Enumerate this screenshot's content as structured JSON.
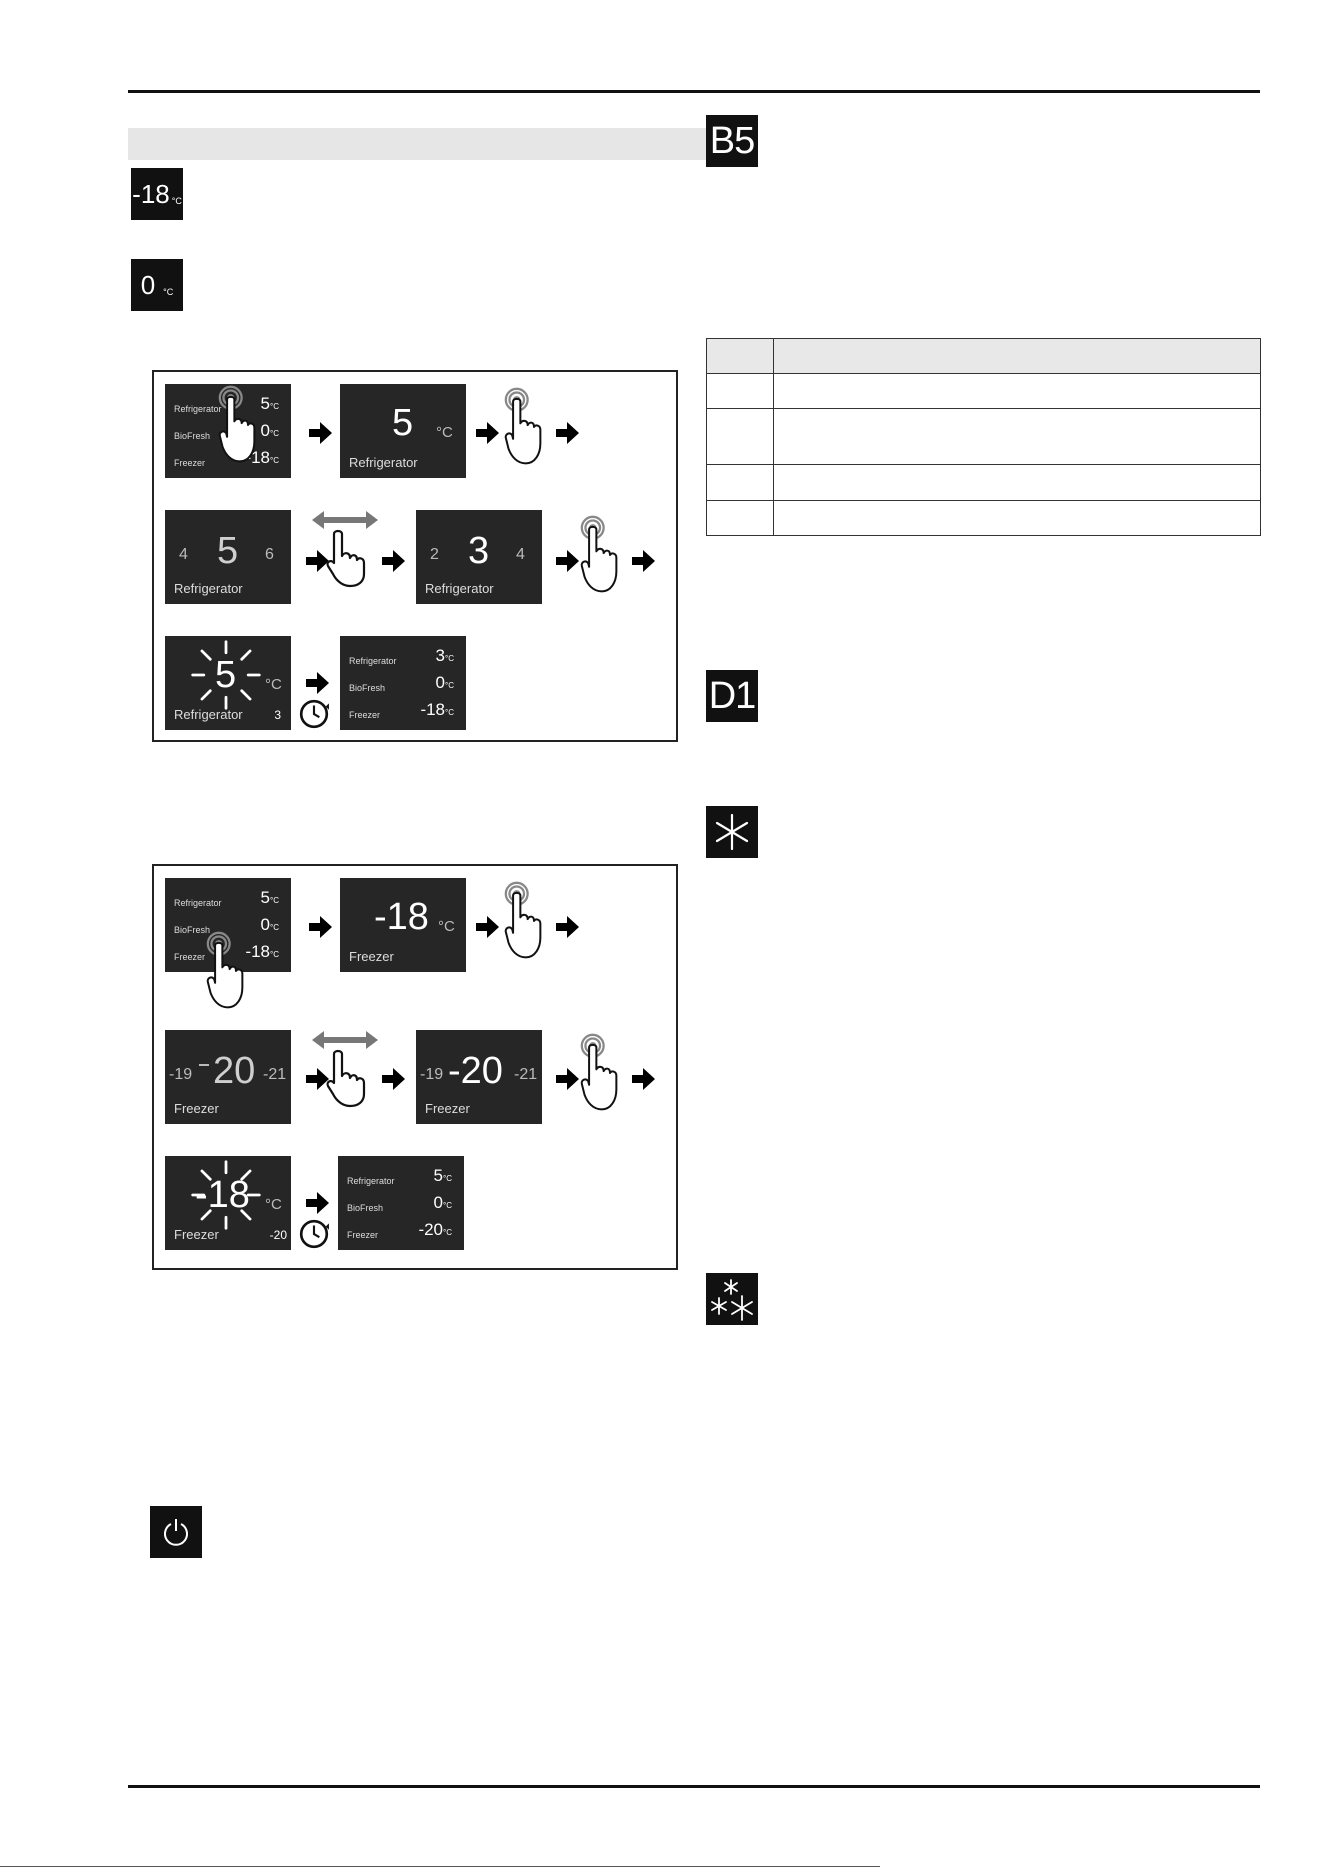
{
  "symbols": {
    "freezer_temp_value": "-18",
    "freezer_temp_unit": "°C",
    "biofresh_temp_value": "0",
    "biofresh_temp_unit": "°C"
  },
  "tags": {
    "b5": "B5",
    "d1": "D1"
  },
  "icons": {
    "supercool": "snowflake-icon",
    "superfrost": "double-snowflake-icon",
    "power": "power-icon"
  },
  "figure_refrigerator": {
    "overview": {
      "refrigerator_label": "Refrigerator",
      "refrigerator_value": "5",
      "unit": "°C",
      "biofresh_label": "BioFresh",
      "biofresh_value": "0",
      "freezer_label": "Freezer",
      "freezer_value": "-18"
    },
    "selected": {
      "value": "5",
      "unit": "°C",
      "name": "Refrigerator"
    },
    "scroll_before": {
      "prev": "4",
      "current": "5",
      "next": "6",
      "name": "Refrigerator"
    },
    "scroll_after": {
      "prev": "2",
      "current": "3",
      "next": "4",
      "name": "Refrigerator"
    },
    "confirm": {
      "value": "5",
      "unit": "°C",
      "name": "Refrigerator",
      "new_value": "3"
    },
    "result": {
      "refrigerator_label": "Refrigerator",
      "refrigerator_value": "3",
      "unit": "°C",
      "biofresh_label": "BioFresh",
      "biofresh_value": "0",
      "freezer_label": "Freezer",
      "freezer_value": "-18"
    }
  },
  "figure_freezer": {
    "overview": {
      "refrigerator_label": "Refrigerator",
      "refrigerator_value": "5",
      "unit": "°C",
      "biofresh_label": "BioFresh",
      "biofresh_value": "0",
      "freezer_label": "Freezer",
      "freezer_value": "-18"
    },
    "selected": {
      "value": "-18",
      "unit": "°C",
      "name": "Freezer"
    },
    "scroll_before": {
      "prev": "-19",
      "current": "20",
      "next": "-21",
      "name": "Freezer"
    },
    "scroll_after": {
      "prev": "-19",
      "current": "-20",
      "next": "-21",
      "name": "Freezer"
    },
    "confirm": {
      "value": "-18",
      "unit": "°C",
      "name": "Freezer",
      "new_value": "-20"
    },
    "result": {
      "refrigerator_label": "Refrigerator",
      "refrigerator_value": "5",
      "unit": "°C",
      "biofresh_label": "BioFresh",
      "biofresh_value": "0",
      "freezer_label": "Freezer",
      "freezer_value": "-20"
    }
  }
}
